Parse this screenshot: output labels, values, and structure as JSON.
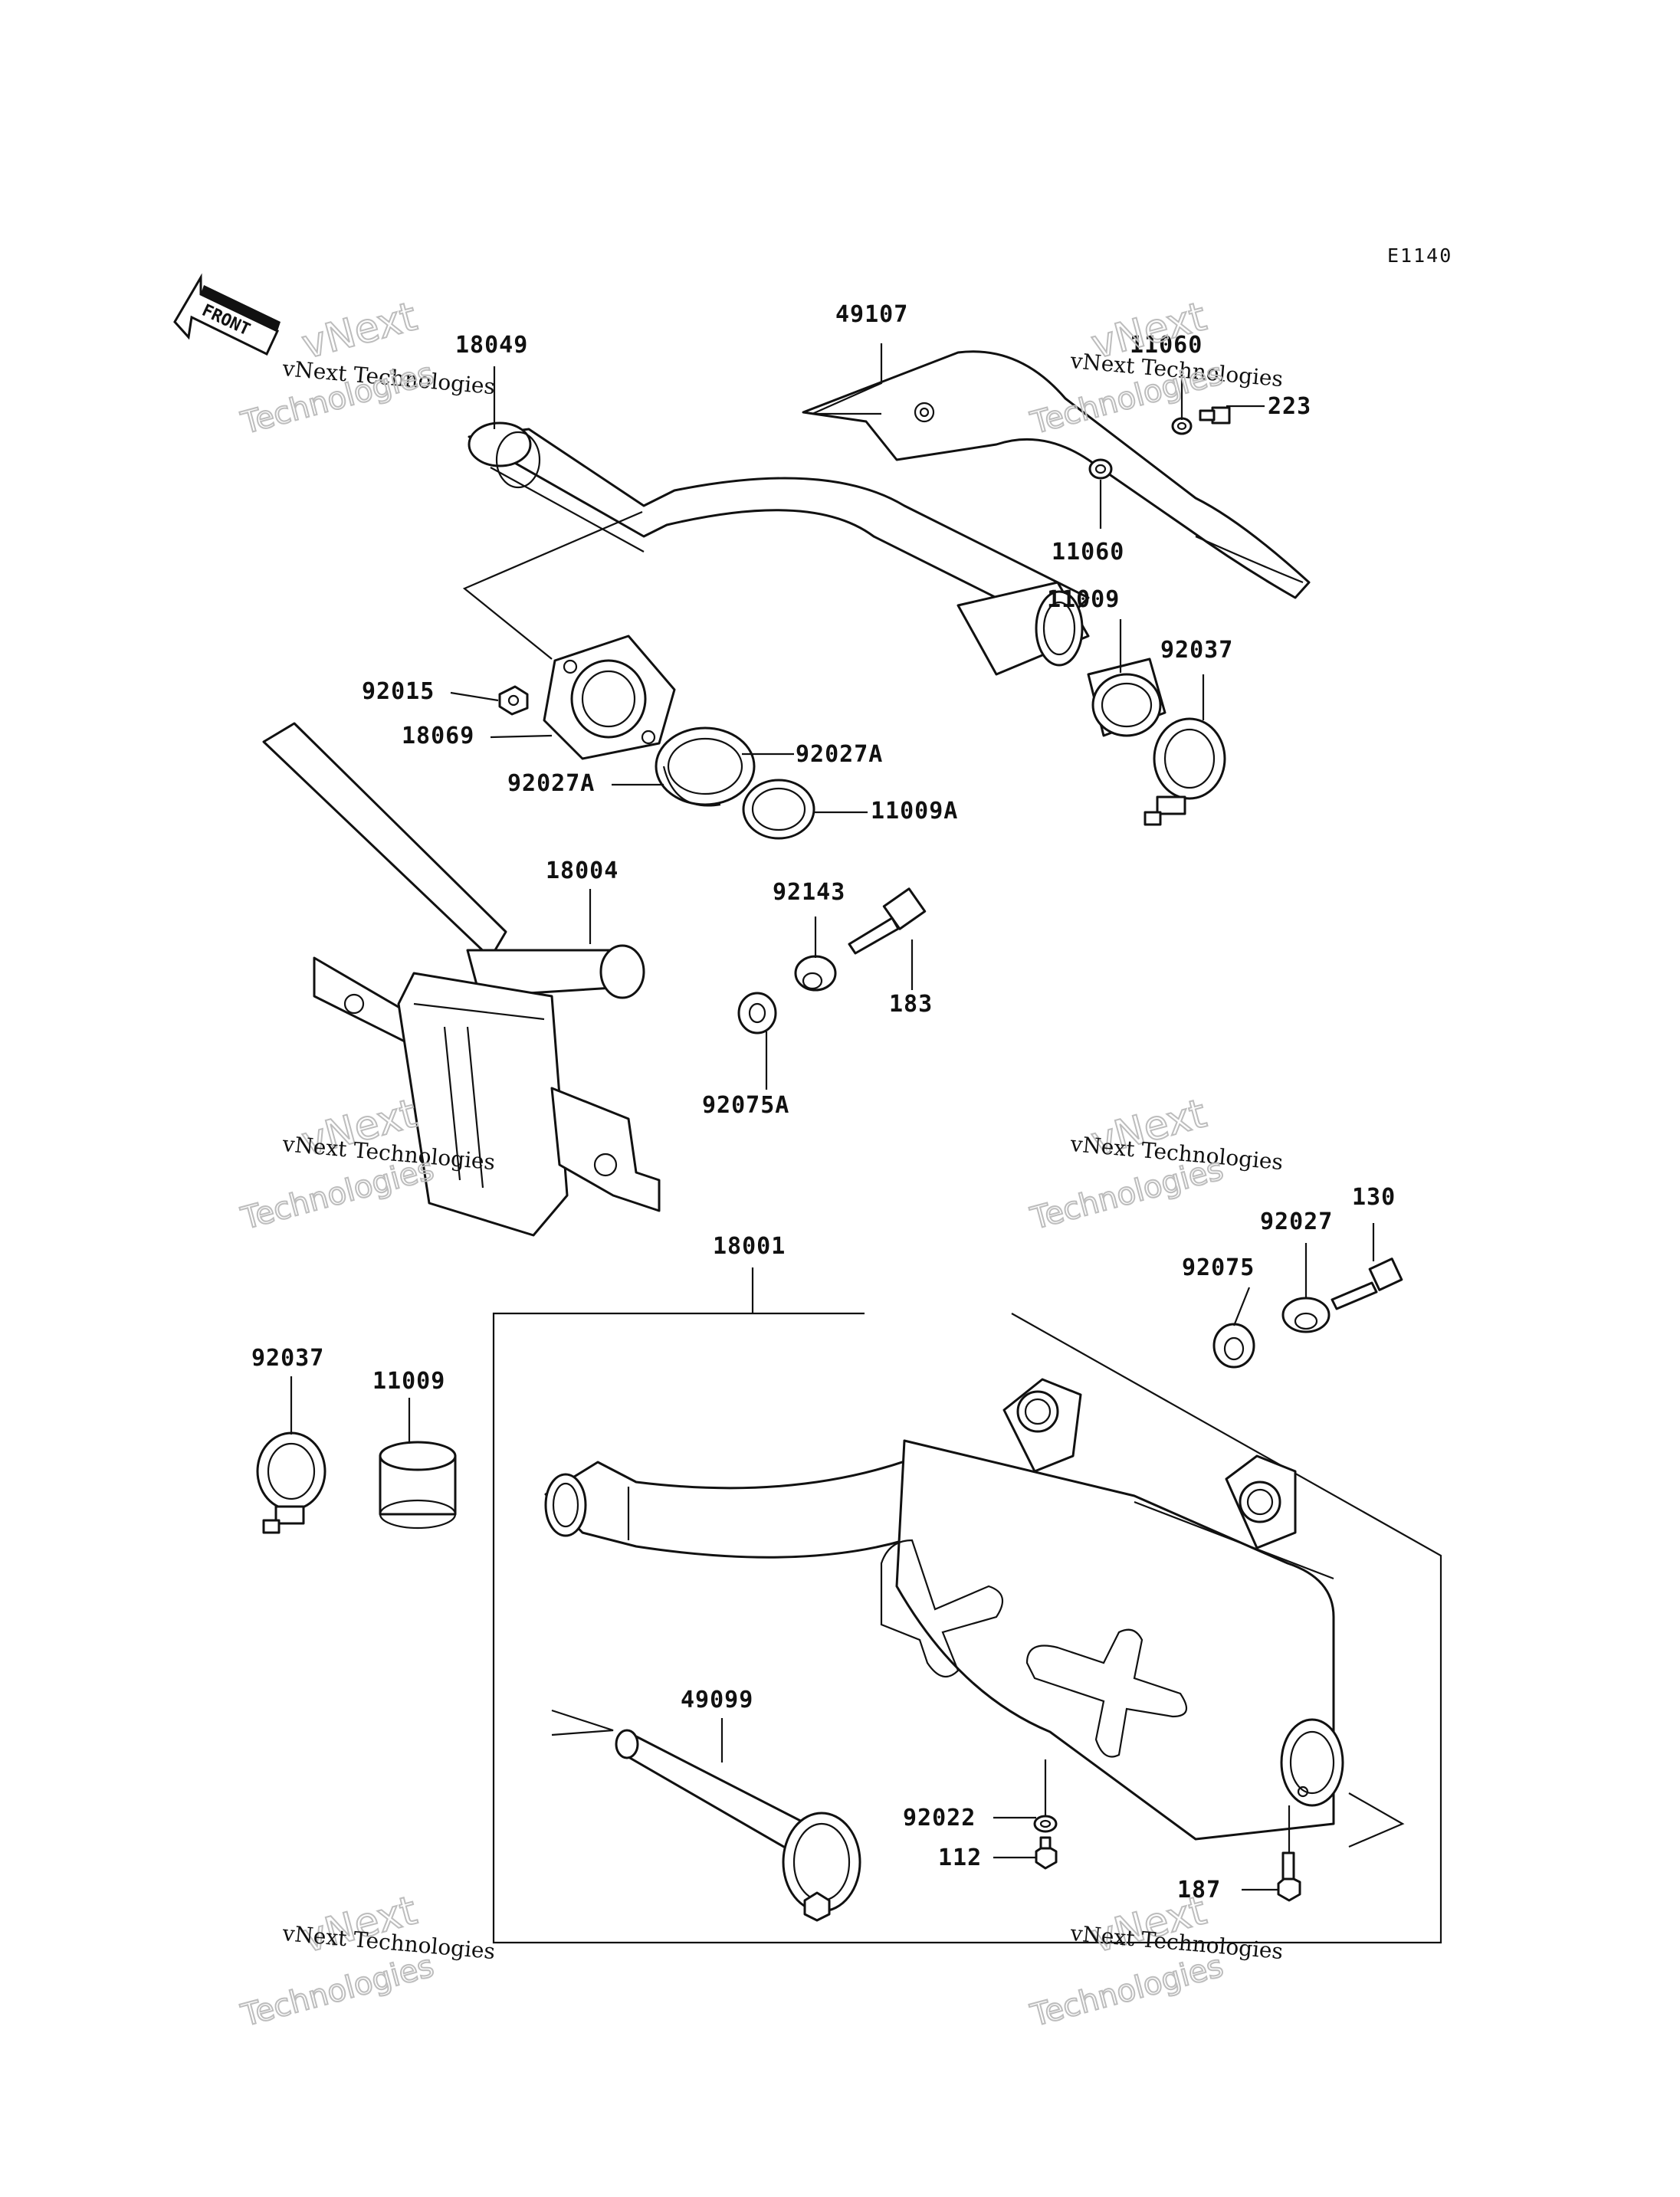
{
  "diagram": {
    "code": "E1140",
    "front_label": "FRONT",
    "parts": [
      {
        "id": "p18049",
        "label": "18049"
      },
      {
        "id": "p49107",
        "label": "49107"
      },
      {
        "id": "p11060a",
        "label": "11060"
      },
      {
        "id": "p223",
        "label": "223"
      },
      {
        "id": "p11060b",
        "label": "11060"
      },
      {
        "id": "p11009a",
        "label": "11009"
      },
      {
        "id": "p92037a",
        "label": "92037"
      },
      {
        "id": "p92015",
        "label": "92015"
      },
      {
        "id": "p18069",
        "label": "18069"
      },
      {
        "id": "p92027Aa",
        "label": "92027A"
      },
      {
        "id": "p92027Ab",
        "label": "92027A"
      },
      {
        "id": "p11009A",
        "label": "11009A"
      },
      {
        "id": "p18004",
        "label": "18004"
      },
      {
        "id": "p92143",
        "label": "92143"
      },
      {
        "id": "p183",
        "label": "183"
      },
      {
        "id": "p92075A",
        "label": "92075A"
      },
      {
        "id": "p18001",
        "label": "18001"
      },
      {
        "id": "p130",
        "label": "130"
      },
      {
        "id": "p92027",
        "label": "92027"
      },
      {
        "id": "p92075",
        "label": "92075"
      },
      {
        "id": "p92037b",
        "label": "92037"
      },
      {
        "id": "p11009b",
        "label": "11009"
      },
      {
        "id": "p49099",
        "label": "49099"
      },
      {
        "id": "p92022",
        "label": "92022"
      },
      {
        "id": "p112",
        "label": "112"
      },
      {
        "id": "p187",
        "label": "187"
      }
    ]
  },
  "watermark": {
    "line1": "vNext Technologies",
    "line2": "vNext",
    "line3": "Technologies"
  }
}
